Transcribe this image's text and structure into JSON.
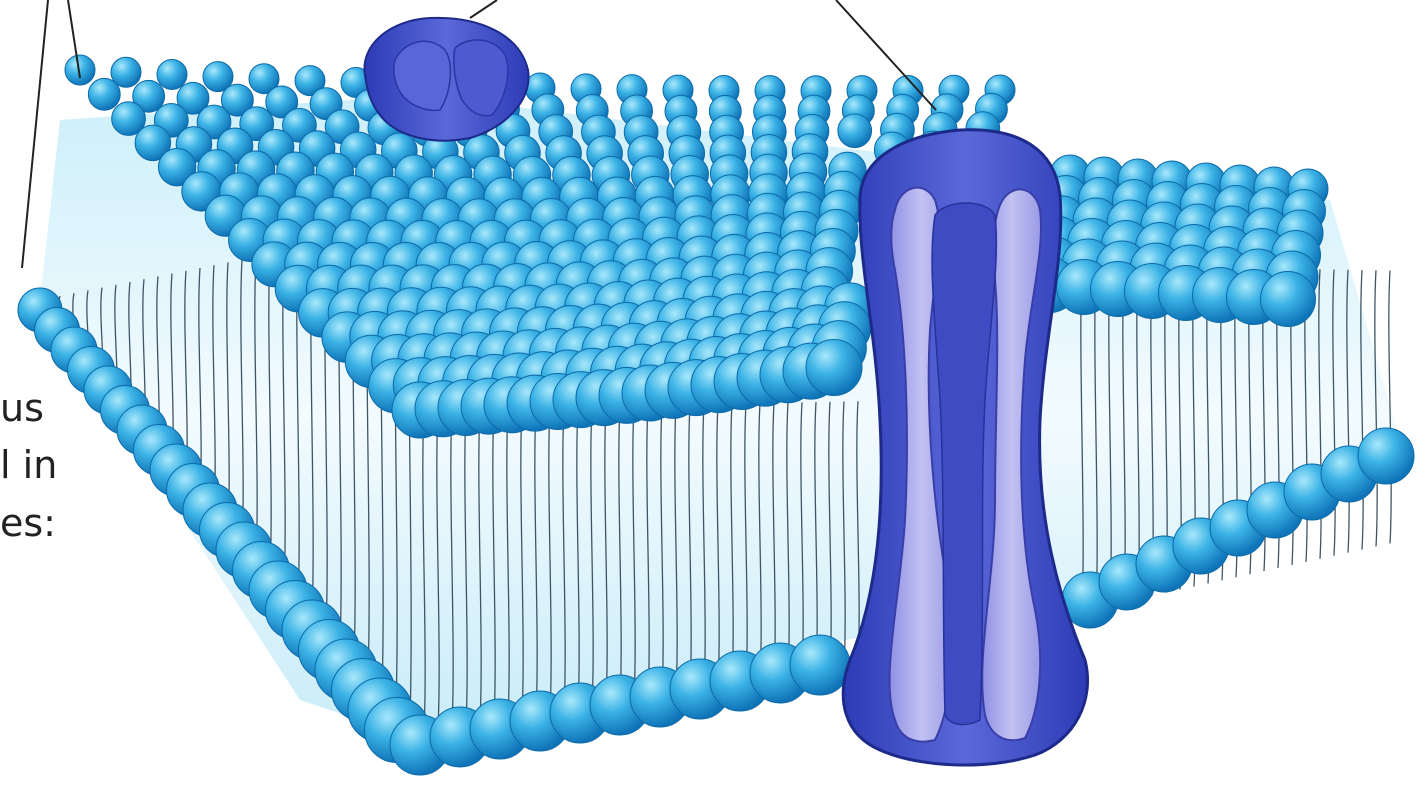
{
  "label_fragments": [
    "us",
    "l in",
    "es:"
  ],
  "colors": {
    "head_light": "#a9e8fb",
    "head_mid": "#3cb3e6",
    "head_dark": "#0f74b8",
    "protein_dark": "#2d3cb6",
    "protein_mid": "#5a68d9",
    "protein_light": "#b0b0ee",
    "core": "#e3f6fb",
    "tail": "#3f5566"
  },
  "icons": [
    "phospholipid-head-icon",
    "integral-protein-icon",
    "peripheral-protein-icon"
  ]
}
